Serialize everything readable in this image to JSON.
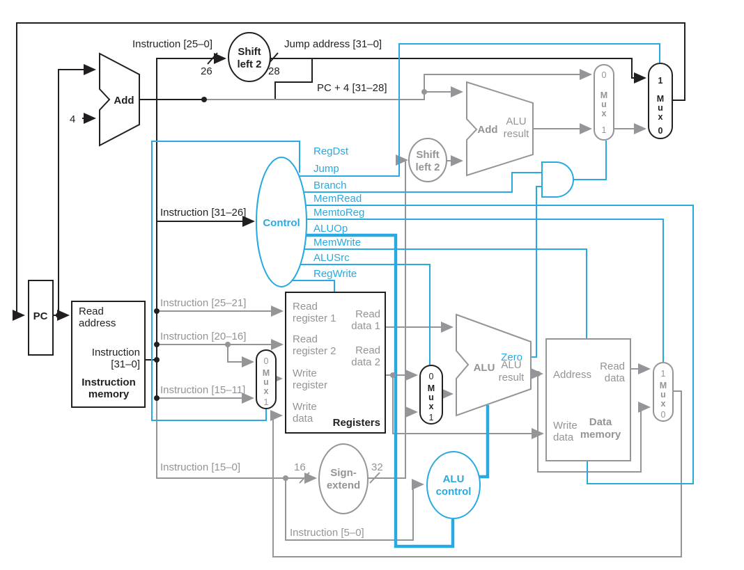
{
  "colors": {
    "blue": "#29a9e1",
    "gray": "#939598",
    "black": "#231f20"
  },
  "components": {
    "pc": "PC",
    "add": "Add",
    "alu": "ALU",
    "alu_result": [
      "ALU",
      "result"
    ],
    "control": "Control",
    "shift_left_2": [
      "Shift",
      "left 2"
    ],
    "sign_extend": [
      "Sign-",
      "extend"
    ],
    "alu_control": [
      "ALU",
      "control"
    ],
    "instruction_memory": [
      "Instruction",
      "memory"
    ],
    "registers": "Registers",
    "data_memory": [
      "Data",
      "memory"
    ],
    "mux": [
      "M",
      "u",
      "x"
    ],
    "zero": "0",
    "one": "1"
  },
  "ports": {
    "read_address": [
      "Read",
      "address"
    ],
    "instruction_31_0": [
      "Instruction",
      "[31–0]"
    ],
    "read_register_1": [
      "Read",
      "register 1"
    ],
    "read_register_2": [
      "Read",
      "register 2"
    ],
    "write_register": [
      "Write",
      "register"
    ],
    "write_data": [
      "Write",
      "data"
    ],
    "read_data_1": [
      "Read",
      "data 1"
    ],
    "read_data_2": [
      "Read",
      "data 2"
    ],
    "address": "Address",
    "read_data": [
      "Read",
      "data"
    ],
    "zero": "Zero"
  },
  "buses": {
    "instr_25_0": "Instruction [25–0]",
    "jump_address": "Jump address [31–0]",
    "pc_plus_4": "PC + 4 [31–28]",
    "instr_31_26": "Instruction [31–26]",
    "instr_25_21": "Instruction [25–21]",
    "instr_20_16": "Instruction [20–16]",
    "instr_15_11": "Instruction [15–11]",
    "instr_15_0": "Instruction [15–0]",
    "instr_5_0": "Instruction [5–0]",
    "w26": "26",
    "w28": "28",
    "w16": "16",
    "w32": "32",
    "four": "4"
  },
  "signals": {
    "regdst": "RegDst",
    "jump": "Jump",
    "branch": "Branch",
    "memread": "MemRead",
    "memtoreg": "MemtoReg",
    "aluop": "ALUOp",
    "memwrite": "MemWrite",
    "alusrc": "ALUSrc",
    "regwrite": "RegWrite"
  }
}
